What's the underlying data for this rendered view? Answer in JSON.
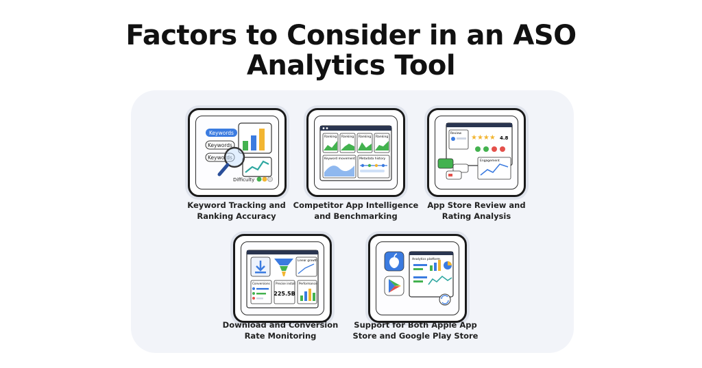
{
  "title": {
    "line1": "Factors to Consider in an ASO",
    "line2": "Analytics Tool"
  },
  "colors": {
    "blue": "#3b7be0",
    "green": "#43b24f",
    "yellow": "#f2b531",
    "red": "#e4514b",
    "teal": "#2fa7a0",
    "panel": "#f2f4f9"
  },
  "cards": [
    {
      "caption1": "Keyword Tracking and",
      "caption2": "Ranking Accuracy",
      "icon": "keyword-magnifier-illustration",
      "labels": {
        "kw1": "Keywords",
        "kw2": "Keywords",
        "kw3": "Keywords",
        "difficulty": "Difficulty"
      }
    },
    {
      "caption1": "Competitor App Intelligence",
      "caption2": "and Benchmarking",
      "icon": "competitor-dashboard-illustration",
      "labels": {
        "r1": "Ranking",
        "r2": "Ranking",
        "r3": "Ranking",
        "r4": "Ranking",
        "kw": "Keyword movement",
        "meta": "Metadata history"
      }
    },
    {
      "caption1": "App Store Review and",
      "caption2": "Rating Analysis",
      "icon": "review-rating-illustration",
      "labels": {
        "review": "Review",
        "rating": "4.8",
        "engagement": "Engagement"
      }
    },
    {
      "caption1": "Download and Conversion",
      "caption2": "Rate Monitoring",
      "icon": "download-funnel-illustration",
      "labels": {
        "linear": "Linear growth",
        "conversions": "Conversions",
        "install": "Precise install",
        "count": "225.5B",
        "performance": "Performance"
      }
    },
    {
      "caption1": "Support for Both Apple App",
      "caption2": "Store and Google Play Store",
      "icon": "app-stores-illustration",
      "labels": {
        "analytics": "Analytics platform"
      }
    }
  ]
}
